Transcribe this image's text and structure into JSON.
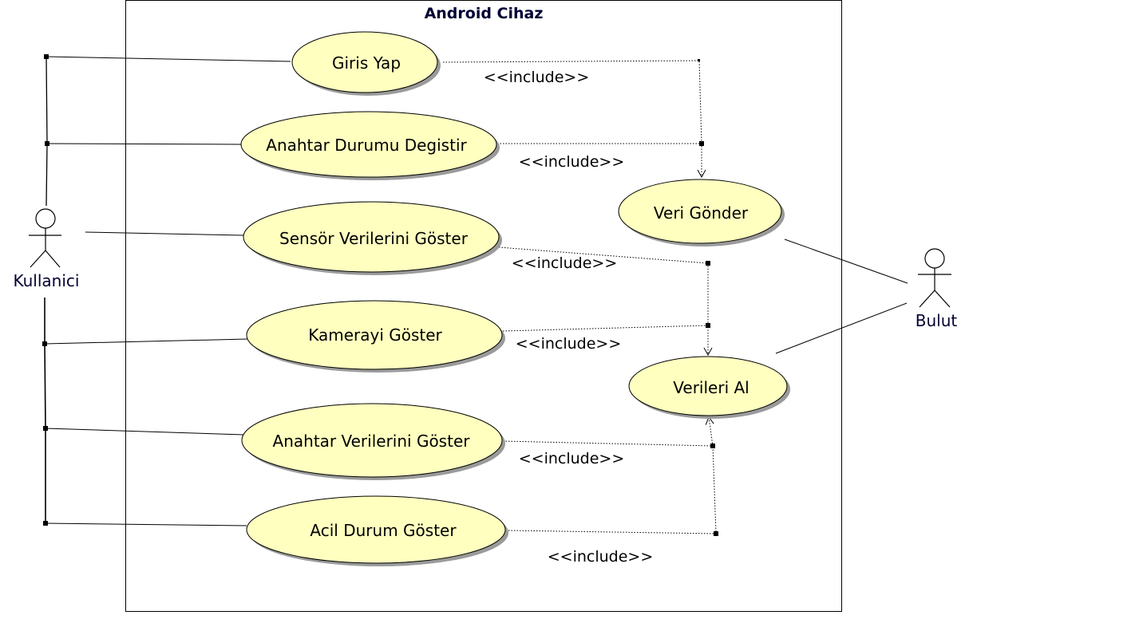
{
  "system": {
    "title": "Android Cihaz"
  },
  "actors": [
    {
      "id": "user",
      "label": "Kullanici"
    },
    {
      "id": "cloud",
      "label": "Bulut"
    }
  ],
  "use_cases": [
    {
      "id": "login",
      "label": "Giris Yap"
    },
    {
      "id": "toggle",
      "label": "Anahtar Durumu Degistir"
    },
    {
      "id": "sensor",
      "label": "Sensör Verilerini Göster"
    },
    {
      "id": "camera",
      "label": "Kamerayi Göster"
    },
    {
      "id": "switchdata",
      "label": "Anahtar Verilerini Göster"
    },
    {
      "id": "emergency",
      "label": "Acil Durum Göster"
    },
    {
      "id": "send",
      "label": "Veri Gönder"
    },
    {
      "id": "receive",
      "label": "Verileri Al"
    }
  ],
  "relations": {
    "include_label": "<<include>>",
    "includes": [
      {
        "from": "login",
        "to": "send"
      },
      {
        "from": "toggle",
        "to": "send"
      },
      {
        "from": "sensor",
        "to": "receive"
      },
      {
        "from": "camera",
        "to": "receive"
      },
      {
        "from": "switchdata",
        "to": "receive"
      },
      {
        "from": "emergency",
        "to": "receive"
      }
    ],
    "associations": [
      {
        "actor": "user",
        "use_case": "login"
      },
      {
        "actor": "user",
        "use_case": "toggle"
      },
      {
        "actor": "user",
        "use_case": "sensor"
      },
      {
        "actor": "user",
        "use_case": "camera"
      },
      {
        "actor": "user",
        "use_case": "switchdata"
      },
      {
        "actor": "user",
        "use_case": "emergency"
      },
      {
        "actor": "cloud",
        "use_case": "send"
      },
      {
        "actor": "cloud",
        "use_case": "receive"
      }
    ]
  },
  "colors": {
    "use_case_fill": "#ffffc0",
    "use_case_stroke": "#000000",
    "shadow": "#9a9a9a",
    "line": "#000000"
  }
}
